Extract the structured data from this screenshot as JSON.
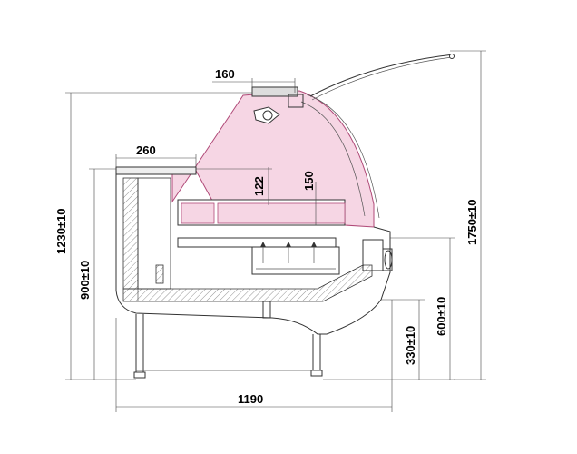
{
  "colors": {
    "glass_fill": "#f6d6e4",
    "glass_stroke": "#b04a78",
    "line": "#333333",
    "hatch": "#666666"
  },
  "dimensions": {
    "canopy_width": "160",
    "shelf_width": "260",
    "glass_inner_height": "122",
    "glass_outer_height": "150",
    "total_height_closed": "1230±10",
    "counter_height": "900±10",
    "total_length": "1190",
    "service_height": "600±10",
    "base_height": "330±10",
    "total_height_open": "1750±10"
  }
}
